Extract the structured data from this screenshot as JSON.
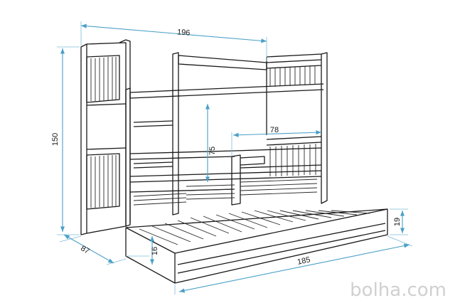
{
  "dimensions": {
    "length_top": "196",
    "height": "150",
    "depth": "87",
    "inner_height": "75",
    "inner_width": "78",
    "drawer_length": "185",
    "drawer_height": "19",
    "drawer_inner": "16"
  },
  "watermark": "bolha.com",
  "colors": {
    "dimension_line": "#4a9fc6",
    "outline": "#1a1a1a",
    "watermark": "#d0d0d0"
  }
}
